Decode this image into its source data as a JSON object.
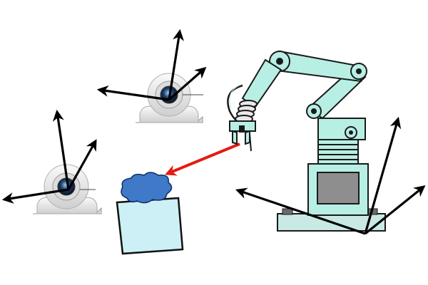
{
  "diagram": {
    "cameras": [
      {
        "id": "camera-1",
        "frame_axes": 3
      },
      {
        "id": "camera-2",
        "frame_axes": 3
      }
    ],
    "robot": {
      "id": "robot-arm",
      "frame_axes": 3
    },
    "target": {
      "id": "target-box",
      "object": "cloud-object"
    },
    "pointer": {
      "from": "robot-gripper",
      "to": "cloud-object"
    }
  },
  "colors": {
    "axis": "#000000",
    "pointer_arrow": "#e31b12",
    "robot_body": "#b8efe4",
    "robot_outline": "#1a1a1a",
    "robot_base": "#c8e9e4",
    "robot_screen": "#8e8e8e",
    "box_fill": "#ccf0f5",
    "cloud_fill": "#3f79c7",
    "camera_body": "#e6e6e6",
    "camera_lens": "#1f3b63"
  },
  "icons": [
    "camera-icon",
    "robot-arm-icon",
    "box-icon",
    "cloud-icon",
    "axis-arrow-icon"
  ]
}
